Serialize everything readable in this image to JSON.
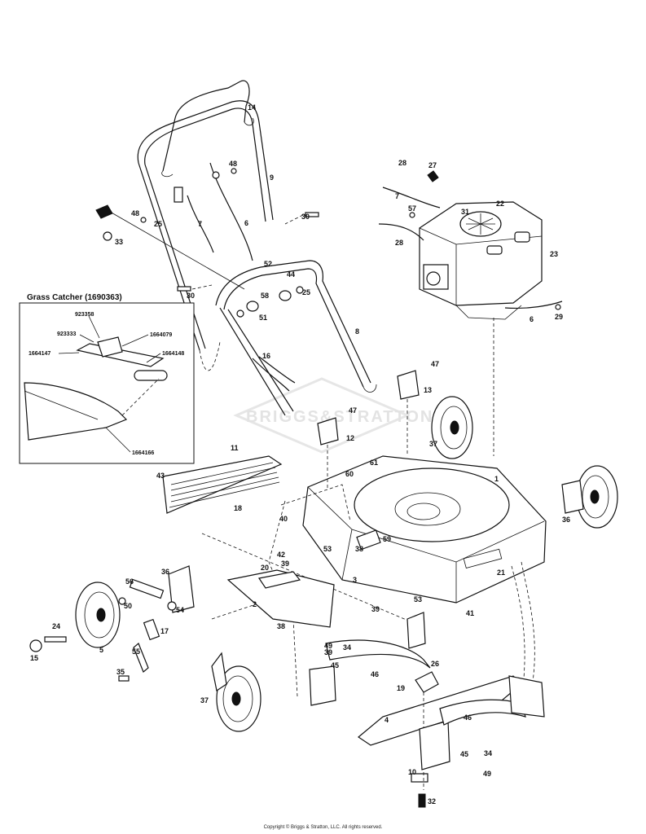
{
  "watermark": "BRIGGS&STRATTON",
  "copyright": "Copyright © Briggs & Stratton, LLC. All rights reserved.",
  "inset": {
    "title": "Grass Catcher (1690363)",
    "parts": [
      "923358",
      "923333",
      "1664079",
      "1664147",
      "1664148",
      "1664166"
    ]
  },
  "callouts": {
    "c1": "1",
    "c2": "2",
    "c3": "3",
    "c4": "4",
    "c5": "5",
    "c6a": "6",
    "c6b": "6",
    "c7a": "7",
    "c7b": "7",
    "c8": "8",
    "c9": "9",
    "c10": "10",
    "c11": "11",
    "c12": "12",
    "c13": "13",
    "c14": "14",
    "c15": "15",
    "c16": "16",
    "c17": "17",
    "c18": "18",
    "c19": "19",
    "c20": "20",
    "c21": "21",
    "c22": "22",
    "c23": "23",
    "c24": "24",
    "c25a": "25",
    "c25b": "25",
    "c26": "26",
    "c27": "27",
    "c28a": "28",
    "c28b": "28",
    "c29": "29",
    "c30a": "30",
    "c30b": "30",
    "c31": "31",
    "c32": "32",
    "c33": "33",
    "c34a": "34",
    "c34b": "34",
    "c35": "35",
    "c36a": "36",
    "c36b": "36",
    "c37a": "37",
    "c37b": "37",
    "c38a": "38",
    "c38b": "38",
    "c39a": "39",
    "c39b": "39",
    "c39c": "39",
    "c40": "40",
    "c41": "41",
    "c42": "42",
    "c43": "43",
    "c44": "44",
    "c45a": "45",
    "c45b": "45",
    "c46a": "46",
    "c46b": "46",
    "c47a": "47",
    "c47b": "47",
    "c48a": "48",
    "c48b": "48",
    "c49a": "49",
    "c49b": "49",
    "c50": "50",
    "c51": "51",
    "c52": "52",
    "c53a": "53",
    "c53b": "53",
    "c54": "54",
    "c55": "55",
    "c56": "56",
    "c57": "57",
    "c58": "58",
    "c59": "59",
    "c60": "60",
    "c61": "61"
  }
}
